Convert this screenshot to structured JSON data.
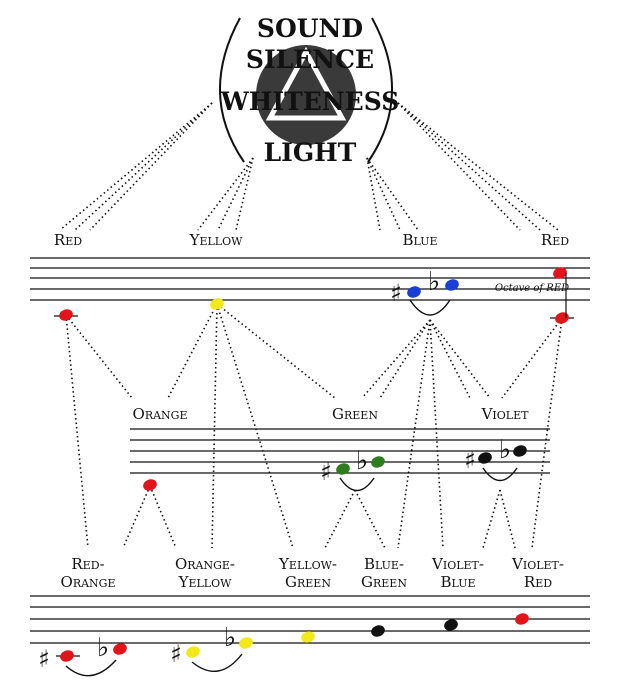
{
  "header": {
    "words": [
      "SOUND",
      "SILENCE",
      "WHITENESS",
      "LIGHT"
    ]
  },
  "row1": {
    "labels": [
      "Red",
      "Yellow",
      "Blue",
      "Red"
    ],
    "annotation": "Octave of RED"
  },
  "row2": {
    "labels": [
      "Orange",
      "Green",
      "Violet"
    ]
  },
  "row3": {
    "labels": [
      [
        "Red-",
        "Orange"
      ],
      [
        "Orange-",
        "Yellow"
      ],
      [
        "Yellow-",
        "Green"
      ],
      [
        "Blue-",
        "Green"
      ],
      [
        "Violet-",
        "Blue"
      ],
      [
        "Violet-",
        "Red"
      ]
    ]
  },
  "symbols": {
    "sharp": "♯",
    "flat": "♭"
  },
  "colors": {
    "red": "#e0141a",
    "yellow": "#f2e81a",
    "blue": "#1a3fd6",
    "green": "#2e7d1e",
    "black": "#111111",
    "circle_fill": "#3a3a3a",
    "ink": "#111111"
  }
}
